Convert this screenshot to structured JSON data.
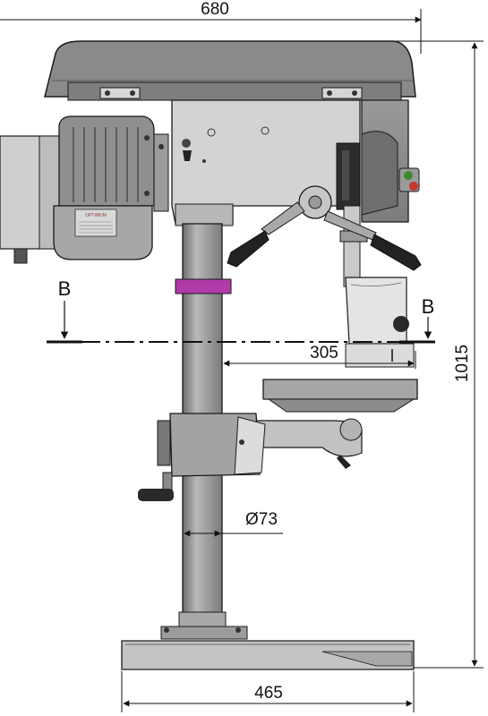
{
  "dimensions": {
    "top_width": "680",
    "height": "1015",
    "reach": "305",
    "column_diameter": "Ø73",
    "base_width": "465"
  },
  "section_marks": {
    "left": "B",
    "right": "B"
  },
  "motor_plate": {
    "brand": "OPTIMUM"
  },
  "colors": {
    "body": "#8e8e8e",
    "body_light": "#c9c9c9",
    "column_accent": "#b03aa8",
    "switch_green": "#3d8a2f",
    "switch_red": "#c8332a",
    "outline": "#1a1a1a"
  }
}
